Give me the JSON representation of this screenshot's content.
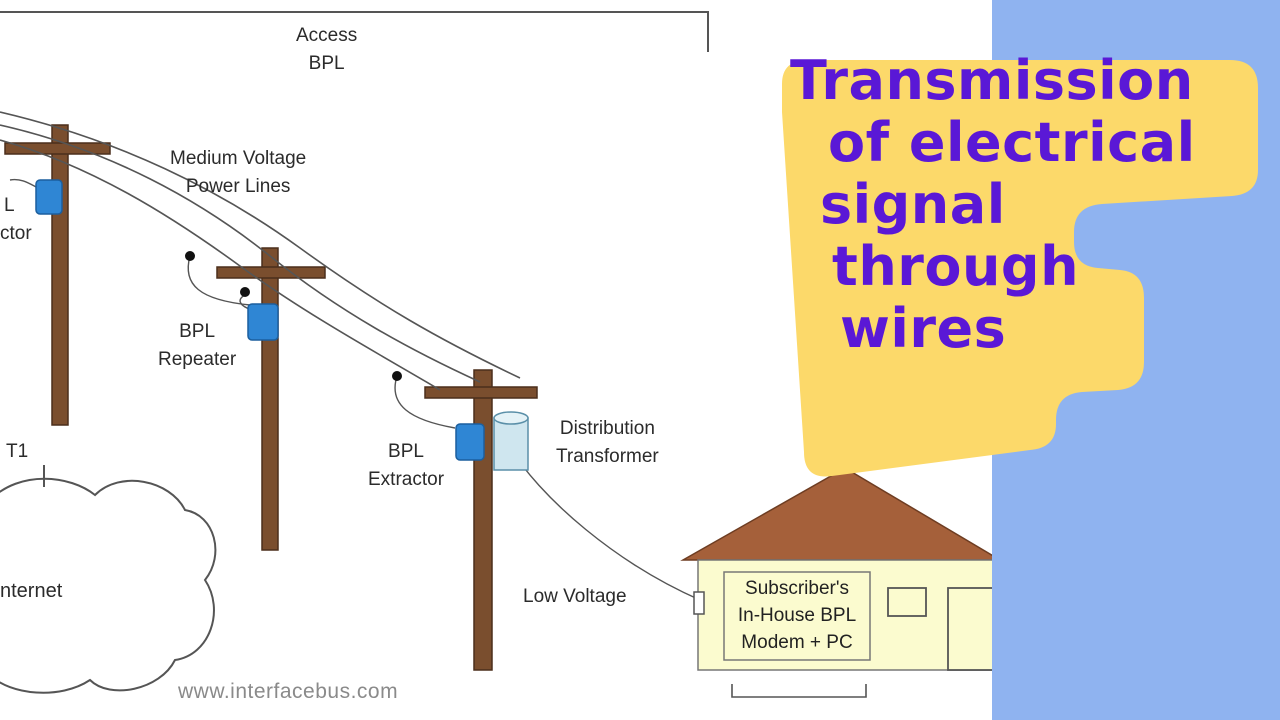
{
  "diagram": {
    "labels": {
      "access_bpl": [
        "Access",
        "BPL"
      ],
      "medium_voltage": [
        "Medium Voltage",
        "Power Lines"
      ],
      "left_extractor": [
        "L",
        "ctor"
      ],
      "bpl_repeater": [
        "BPL",
        "Repeater"
      ],
      "bpl_extractor": [
        "BPL",
        "Extractor"
      ],
      "distribution_transformer": [
        "Distribution",
        "Transformer"
      ],
      "t1": "T1",
      "internet": "nternet",
      "low_voltage": "Low Voltage",
      "house": [
        "Subscriber's",
        "In-House BPL",
        "Modem + PC"
      ]
    },
    "watermark": "www.interfacebus.com"
  },
  "title": {
    "lines": [
      "Transmission",
      "of electrical",
      "signal",
      "through",
      "wires"
    ]
  },
  "colors": {
    "pole": "#7a4e2e",
    "device": "#2f86d4",
    "roof": "#a5603a",
    "house_wall": "#fbfbcf",
    "title_text": "#5a18d6",
    "title_box": "#fcd96a",
    "side_panel": "#8fb3f0"
  }
}
